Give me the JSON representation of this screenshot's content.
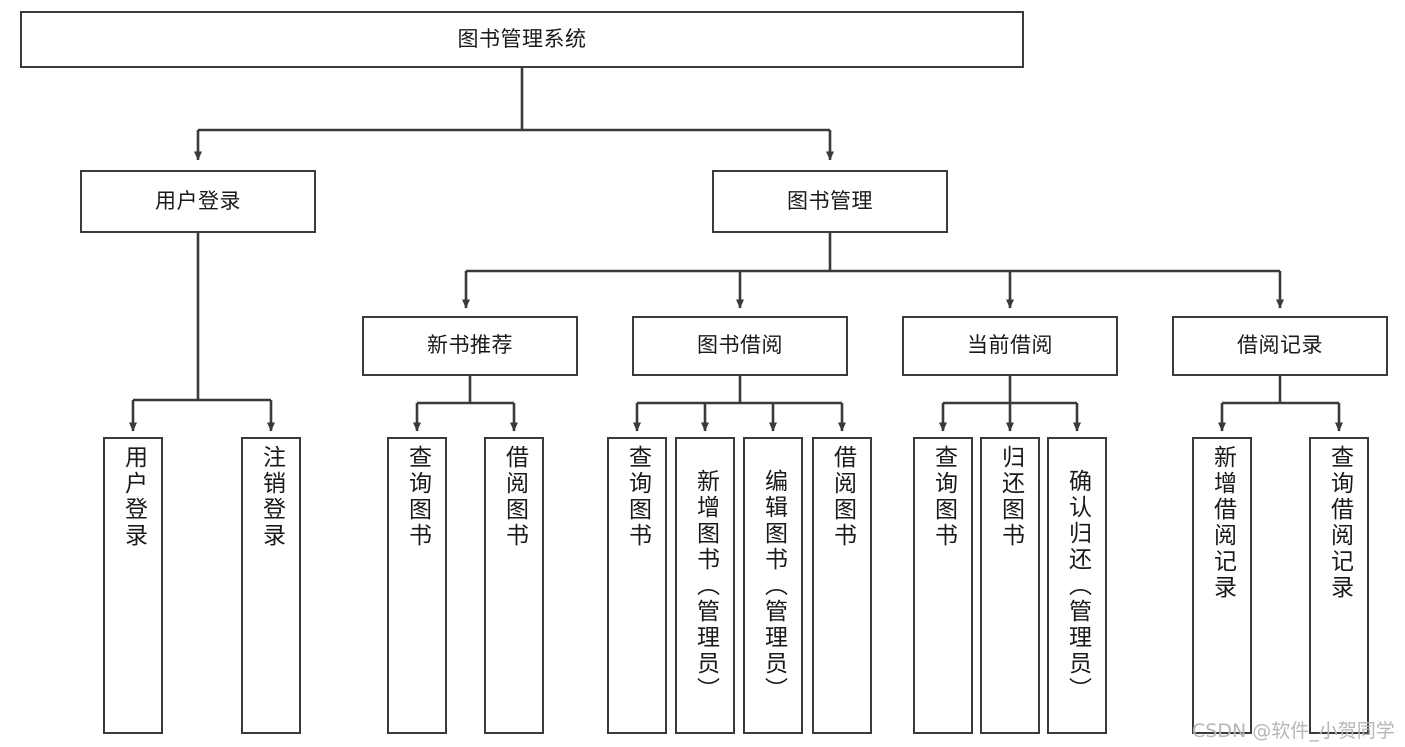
{
  "diagram": {
    "title": "图书管理系统",
    "type": "tree-hierarchy",
    "root": {
      "label": "图书管理系统"
    },
    "level2": [
      {
        "label": "用户登录"
      },
      {
        "label": "图书管理"
      }
    ],
    "level3": [
      {
        "label": "新书推荐"
      },
      {
        "label": "图书借阅"
      },
      {
        "label": "当前借阅"
      },
      {
        "label": "借阅记录"
      }
    ],
    "leaves": [
      {
        "label": "用户登录",
        "parent": "用户登录"
      },
      {
        "label": "注销登录",
        "parent": "用户登录"
      },
      {
        "label": "查询图书",
        "parent": "新书推荐"
      },
      {
        "label": "借阅图书",
        "parent": "新书推荐"
      },
      {
        "label": "查询图书",
        "parent": "图书借阅"
      },
      {
        "label": "新增图书（管理员）",
        "parent": "图书借阅"
      },
      {
        "label": "编辑图书（管理员）",
        "parent": "图书借阅"
      },
      {
        "label": "借阅图书",
        "parent": "图书借阅"
      },
      {
        "label": "查询图书",
        "parent": "当前借阅"
      },
      {
        "label": "归还图书",
        "parent": "当前借阅"
      },
      {
        "label": "确认归还（管理员）",
        "parent": "当前借阅"
      },
      {
        "label": "新增借阅记录",
        "parent": "借阅记录"
      },
      {
        "label": "查询借阅记录",
        "parent": "借阅记录"
      }
    ]
  },
  "watermark": {
    "text": "CSDN @软件_小贺同学"
  },
  "colors": {
    "border": "#3a3a3a",
    "background": "#ffffff",
    "text": "#1a1a1a",
    "watermark": "#b6b6b6"
  }
}
